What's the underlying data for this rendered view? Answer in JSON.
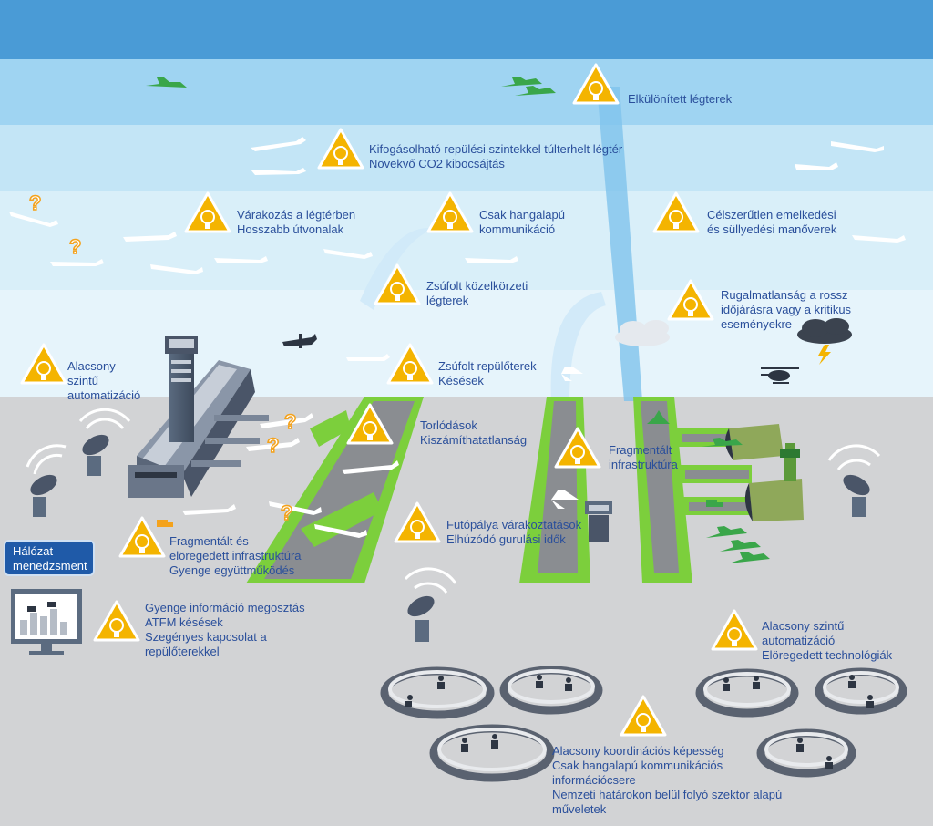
{
  "colors": {
    "sky_top": "#4a9bd6",
    "sky_band_1": "#9fd4f2",
    "sky_band_2": "#c3e5f6",
    "sky_band_3": "#d9eff9",
    "sky_band_4": "#e6f4fb",
    "ground": "#d2d3d5",
    "grass": "#7ccf3c",
    "runway": "#8a8d91",
    "warning": "#f4b400",
    "text": "#2a4f9b",
    "network_box": "#1f5aa8"
  },
  "warnings": [
    {
      "id": "elkulonitett",
      "icon": "warning-icon",
      "lines": [
        "Elkülönített légterek"
      ]
    },
    {
      "id": "kifogasolhato",
      "icon": "warning-icon",
      "lines": [
        "Kifogásolható repülési szintekkel túlterhelt légtér",
        "Növekvő CO2 kibocsájtás"
      ]
    },
    {
      "id": "varakozas",
      "icon": "warning-icon",
      "lines": [
        "Várakozás a légtérben",
        "Hosszabb útvonalak"
      ]
    },
    {
      "id": "hangalapu",
      "icon": "warning-icon",
      "lines": [
        "Csak hangalapú",
        "kommunikáció"
      ]
    },
    {
      "id": "celszerutlen",
      "icon": "warning-icon",
      "lines": [
        "Célszerűtlen emelkedési",
        "és süllyedési manőverek"
      ]
    },
    {
      "id": "zsufolt-kozelkorzeti",
      "icon": "warning-icon",
      "lines": [
        "Zsúfolt közelkörzeti",
        "légterek"
      ]
    },
    {
      "id": "rugalmatlansag",
      "icon": "warning-icon",
      "lines": [
        "Rugalmatlanság a rossz",
        "időjárásra vagy a kritikus",
        "eseményekre"
      ]
    },
    {
      "id": "alacsony-automatizacio",
      "icon": "warning-icon",
      "lines": [
        "Alacsony",
        "szintű",
        "automatizáció"
      ]
    },
    {
      "id": "zsufolt-repuloterek",
      "icon": "warning-icon",
      "lines": [
        "Zsúfolt repülőterek",
        "Késések"
      ]
    },
    {
      "id": "torlodasok",
      "icon": "warning-icon",
      "lines": [
        "Torlódások",
        "Kiszámíthatatlanság"
      ]
    },
    {
      "id": "fragmentalt-infra",
      "icon": "warning-icon",
      "lines": [
        "Fragmentált",
        "infrastruktúra"
      ]
    },
    {
      "id": "futopalya",
      "icon": "warning-icon",
      "lines": [
        "Futópálya várakoztatások",
        "Elhúzódó gurulási idők"
      ]
    },
    {
      "id": "fragmentalt-elorege",
      "icon": "warning-icon",
      "lines": [
        "Fragmentált és",
        "elöregedett infrastruktúra",
        "Gyenge együttműködés"
      ]
    },
    {
      "id": "informacio",
      "icon": "warning-icon",
      "lines": [
        "Gyenge információ megosztás",
        "ATFM késések",
        "Szegényes kapcsolat a",
        "repülőterekkel"
      ]
    },
    {
      "id": "alacsony-technologia",
      "icon": "warning-icon",
      "lines": [
        "Alacsony szintű",
        "automatizáció",
        "Elöregedett technológiák"
      ]
    },
    {
      "id": "koordinacio",
      "icon": "warning-icon",
      "lines": [
        "Alacsony koordinációs képesség",
        "Csak hangalapú kommunikációs",
        "információcsere",
        "Nemzeti határokon belül folyó szektor alapú",
        "műveletek"
      ]
    }
  ],
  "network_box": {
    "lines": [
      "Hálózat",
      "menedzsment"
    ]
  },
  "question_mark": "?"
}
